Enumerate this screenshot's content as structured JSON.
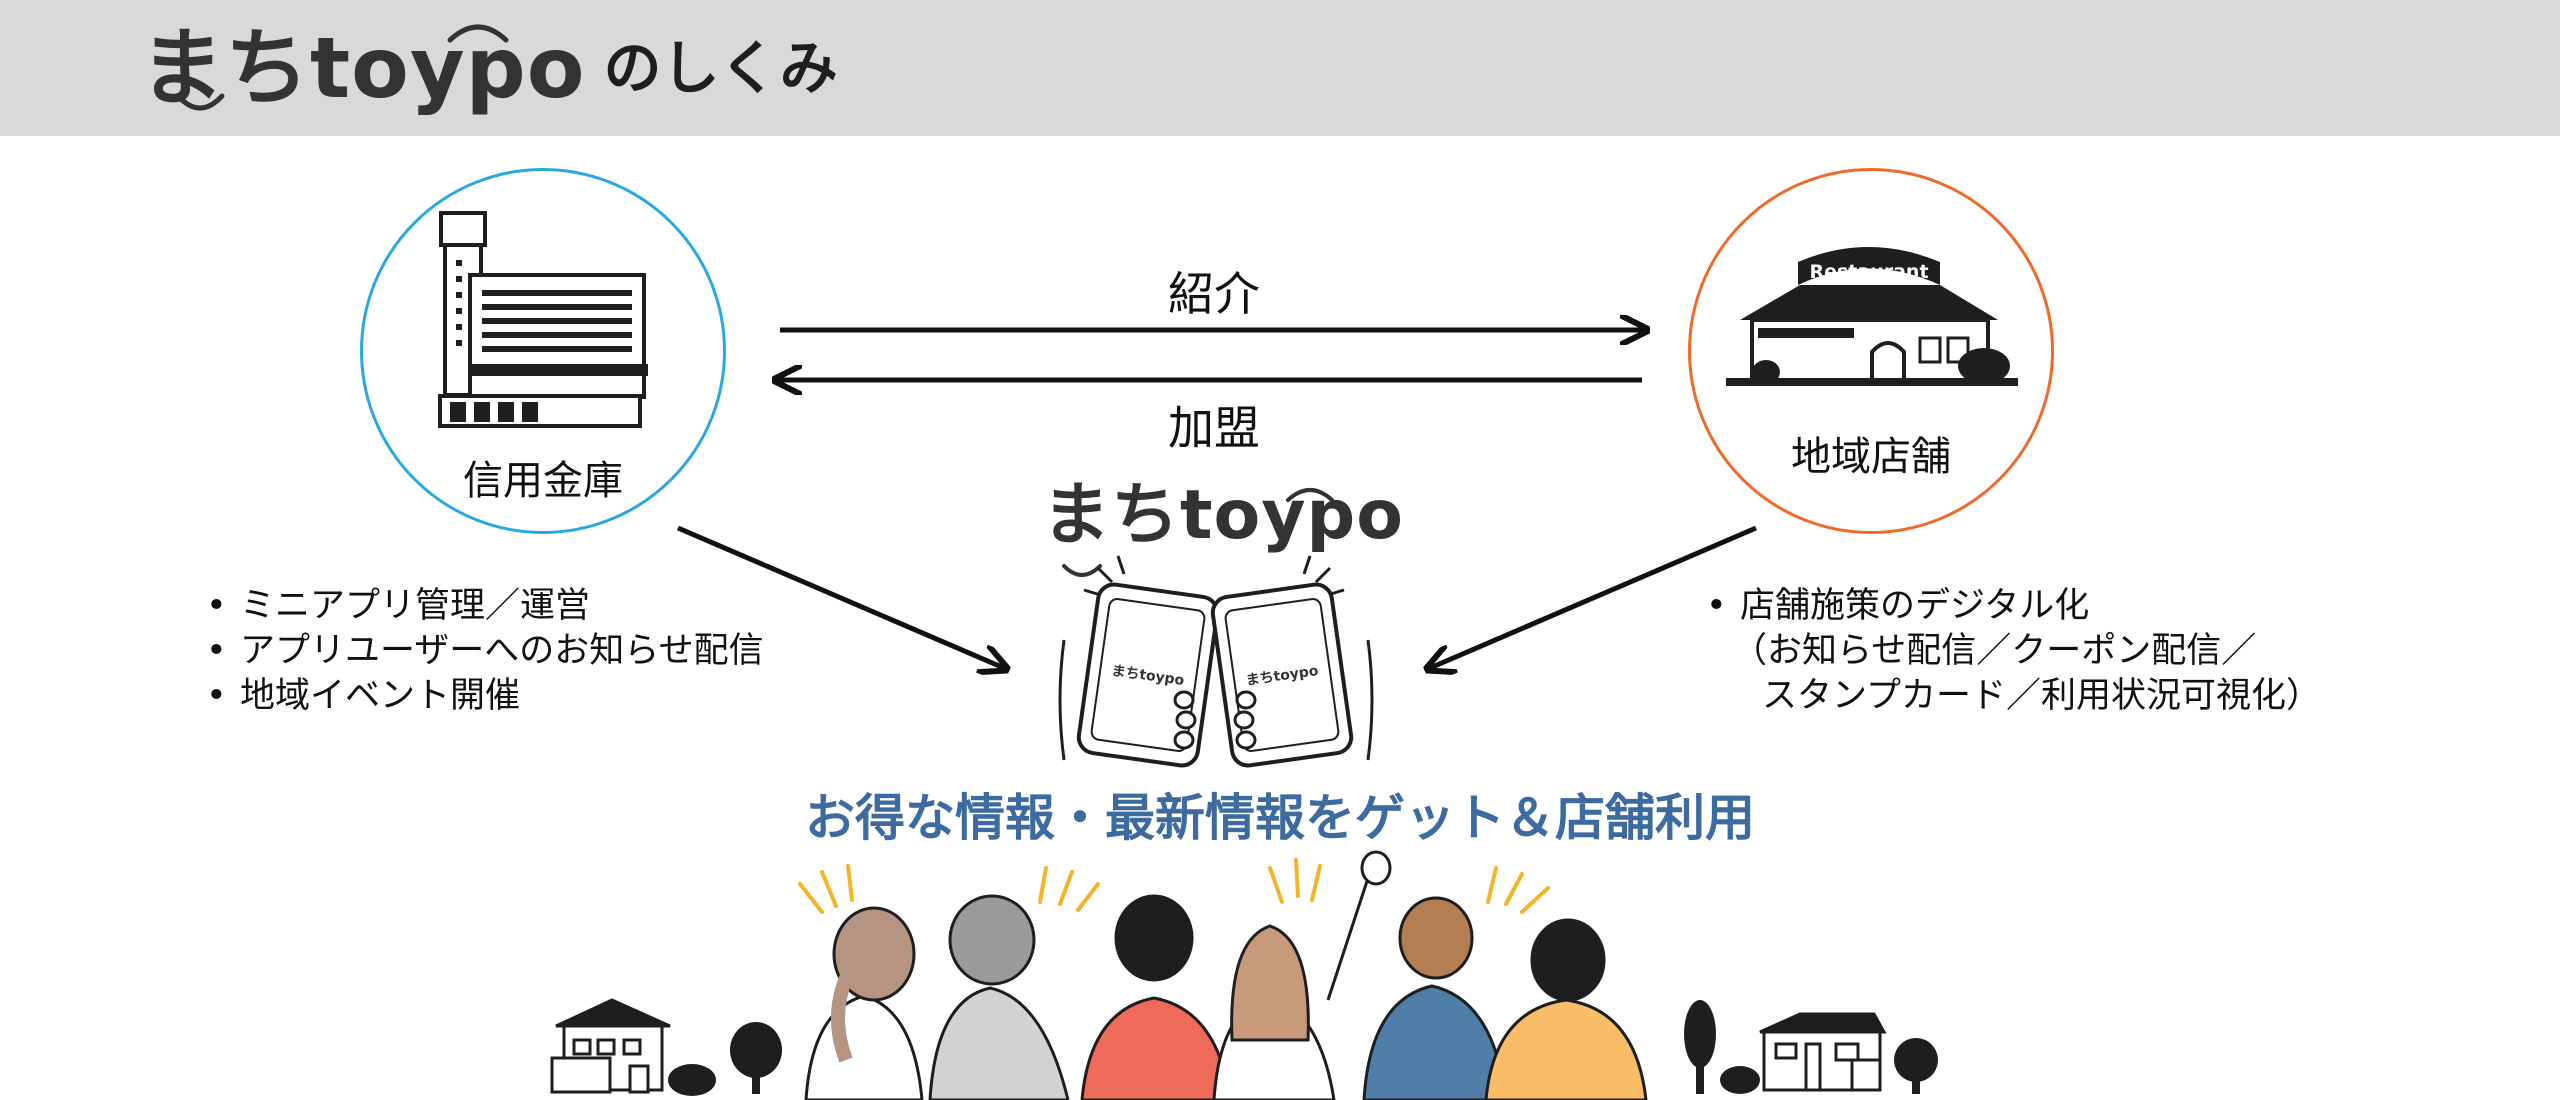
{
  "header": {
    "brand": "まちtoypo",
    "suffix": "のしくみ"
  },
  "nodes": {
    "bank": {
      "label": "信用金庫",
      "color": "#29a8e0"
    },
    "shop": {
      "label": "地域店舗",
      "color": "#ee6a2a",
      "sign": "Restaurant"
    }
  },
  "flows": {
    "introduce": "紹介",
    "join": "加盟"
  },
  "center": {
    "brand": "まちtoypo",
    "phone_brand": "まちtoypo"
  },
  "bank_roles": [
    "ミニアプリ管理／運営",
    "アプリユーザーへのお知らせ配信",
    "地域イベント開催"
  ],
  "shop_roles": {
    "bullet": "店舗施策のデジタル化",
    "detail_line1": "（お知らせ配信／クーポン配信／",
    "detail_line2": "スタンプカード／利用状況可視化）"
  },
  "tagline": "お得な情報・最新情報をゲット＆店舗利用",
  "colors": {
    "header_bg": "#d9d9d9",
    "tagline": "#3d6ba0",
    "person_red": "#ee6b5a",
    "person_blue": "#4f7fa9",
    "person_yellow": "#f9bd68",
    "person_grey": "#d2d2d2"
  }
}
